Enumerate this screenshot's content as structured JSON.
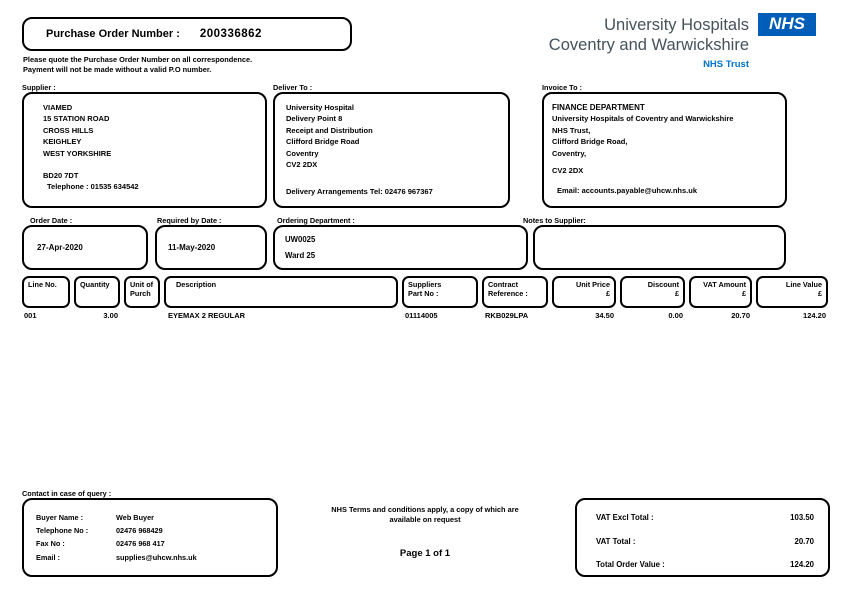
{
  "po_header": {
    "label": "Purchase Order Number :",
    "number": "200336862",
    "note_line1": "Please quote the Purchase Order Number on all correspondence.",
    "note_line2": "Payment will not be made without a valid P.O number."
  },
  "nhs_logo": {
    "org_line1": "University Hospitals",
    "org_line2": "Coventry and Warwickshire",
    "nhs": "NHS",
    "trust": "NHS Trust",
    "blue": "#005EB8",
    "gray": "#44525c"
  },
  "supplier": {
    "label": "Supplier :",
    "lines": [
      "VIAMED",
      "15 STATION ROAD",
      "CROSS HILLS",
      "KEIGHLEY",
      "WEST YORKSHIRE"
    ],
    "postcode": "BD20 7DT",
    "telephone": "Telephone : 01535 634542"
  },
  "deliver_to": {
    "label": "Deliver To :",
    "lines": [
      "University Hospital",
      "Delivery Point 8",
      "Receipt and Distribution",
      "Clifford Bridge Road",
      "Coventry",
      "CV2 2DX"
    ],
    "delivery_arrangements": "Delivery Arrangements Tel: 02476 967367"
  },
  "invoice_to": {
    "label": "Invoice To :",
    "lines": [
      "FINANCE DEPARTMENT",
      "University Hospitals of Coventry and Warwickshire",
      "NHS Trust,",
      "Clifford Bridge Road,",
      "Coventry,"
    ],
    "postcode": "CV2 2DX",
    "email": "Email: accounts.payable@uhcw.nhs.uk"
  },
  "order_meta": {
    "order_date_label": "Order Date :",
    "order_date": "27-Apr-2020",
    "required_by_label": "Required by Date :",
    "required_by": "11-May-2020",
    "ordering_department_label": "Ordering Department :",
    "ordering_department_code": "UW0025",
    "ordering_department_name": "Ward 25",
    "notes_label": "Notes to Supplier:"
  },
  "table": {
    "headers": [
      {
        "label": "Line No.",
        "sub": ""
      },
      {
        "label": "Quantity",
        "sub": ""
      },
      {
        "label": "Unit of",
        "sub": "Purch"
      },
      {
        "label": "Description",
        "sub": ""
      },
      {
        "label": "Suppliers",
        "sub": "Part No :"
      },
      {
        "label": "Contract",
        "sub": "Reference :"
      },
      {
        "label": "Unit Price",
        "sub": "£"
      },
      {
        "label": "Discount",
        "sub": "£"
      },
      {
        "label": "VAT Amount",
        "sub": "£"
      },
      {
        "label": "Line Value",
        "sub": "£"
      }
    ],
    "row": {
      "line_no": "001",
      "quantity": "3.00",
      "unit": "",
      "description": "EYEMAX 2 REGULAR",
      "part_no": "01114005",
      "contract": "RKB029LPA",
      "unit_price": "34.50",
      "discount": "0.00",
      "vat": "20.70",
      "value": "124.20"
    }
  },
  "contact": {
    "label": "Contact in case of query :",
    "buyer_name_label": "Buyer Name :",
    "buyer_name": "Web Buyer",
    "telephone_label": "Telephone No :",
    "telephone": "02476 968429",
    "fax_label": "Fax No :",
    "fax": "02476 968 417",
    "email_label": "Email :",
    "email": "supplies@uhcw.nhs.uk"
  },
  "footer": {
    "terms_line1": "NHS Terms and conditions apply, a copy of which are",
    "terms_line2": "available on request",
    "page": "Page 1 of 1"
  },
  "totals": {
    "vat_excl_label": "VAT Excl Total :",
    "vat_excl": "103.50",
    "vat_label": "VAT Total :",
    "vat": "20.70",
    "total_label": "Total Order Value :",
    "total": "124.20"
  }
}
